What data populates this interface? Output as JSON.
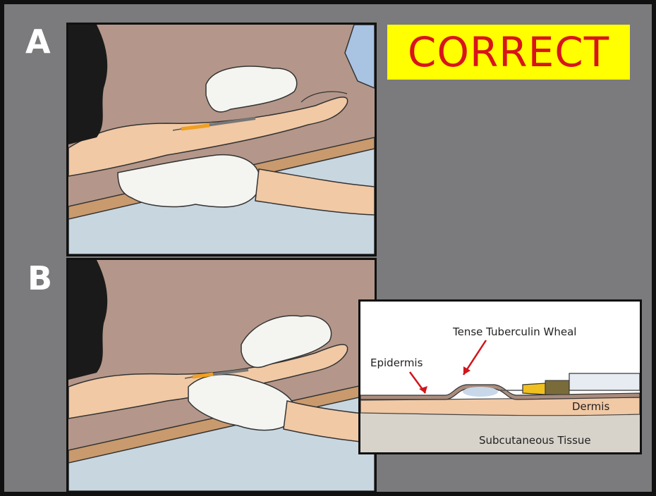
{
  "panels": {
    "a": {
      "letter": "A"
    },
    "b": {
      "letter": "B"
    }
  },
  "badge": {
    "text": "CORRECT",
    "text_color": "#d8141b",
    "background_color": "#ffff00"
  },
  "inset": {
    "labels": {
      "wheal": "Tense Tuberculin Wheal",
      "epidermis": "Epidermis",
      "dermis": "Dermis",
      "subcutaneous": "Subcutaneous Tissue"
    },
    "arrow_color": "#d0161c"
  },
  "colors": {
    "frame_background": "#7b7b7d",
    "skin": "#f1c9a5",
    "glove": "#f4f4f0",
    "table": "#c8d6e0",
    "wall": "#b4978a",
    "hair": "#1a1a1a",
    "sleeve": "#a9c3e3"
  }
}
